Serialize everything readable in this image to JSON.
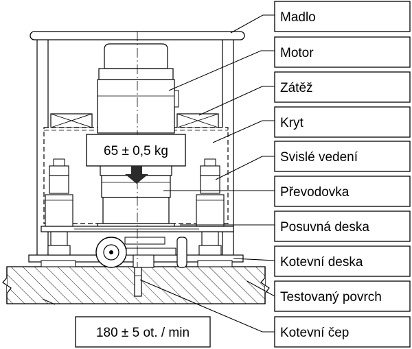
{
  "labels": [
    {
      "key": "handle",
      "text": "Madlo"
    },
    {
      "key": "motor",
      "text": "Motor"
    },
    {
      "key": "load",
      "text": "Zátěž"
    },
    {
      "key": "cover",
      "text": "Kryt"
    },
    {
      "key": "vertical-guide",
      "text": "Svislé vedení"
    },
    {
      "key": "gearbox",
      "text": "Převodovka"
    },
    {
      "key": "sliding-plate",
      "text": "Posuvná deska"
    },
    {
      "key": "anchor-plate",
      "text": "Kotevní deska"
    },
    {
      "key": "test-surface",
      "text": "Testovaný povrch"
    },
    {
      "key": "anchor-pin",
      "text": "Kotevní čep"
    }
  ],
  "annotations": {
    "mass": "65 ± 0,5 kg",
    "speed": "180 ± 5 ot. / min"
  }
}
